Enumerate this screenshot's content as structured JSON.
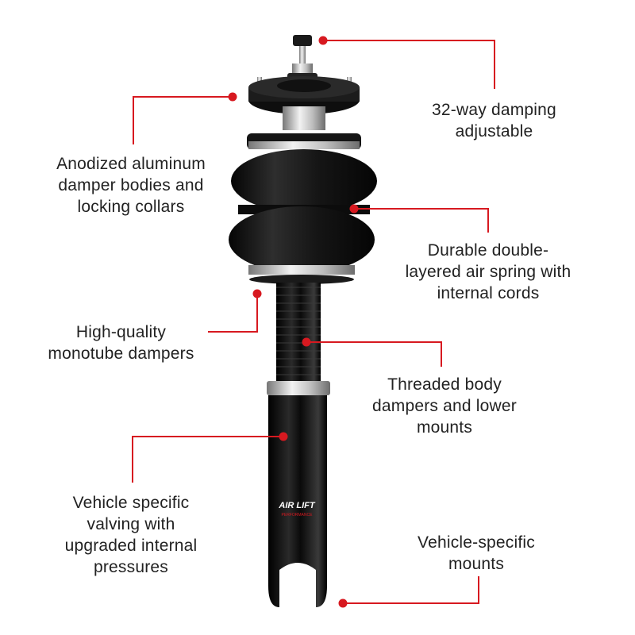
{
  "colors": {
    "accent": "#d71920",
    "text": "#222222",
    "background": "#ffffff",
    "body_black": "#0d0d0d",
    "metal": "#c8c8c8"
  },
  "product": {
    "brand_mark_text": "AIR LIFT",
    "brand_mark_subtext": "PERFORMANCE"
  },
  "callouts": [
    {
      "id": "damping",
      "text": "32-way damping\nadjustable"
    },
    {
      "id": "aluminum",
      "text": "Anodized aluminum\ndamper bodies and\nlocking collars"
    },
    {
      "id": "air-spring",
      "text": "Durable double-\nlayered air spring with\ninternal cords"
    },
    {
      "id": "monotube",
      "text": "High-quality\nmonotube dampers"
    },
    {
      "id": "threaded",
      "text": "Threaded body\ndampers and lower\nmounts"
    },
    {
      "id": "valving",
      "text": "Vehicle specific\nvalving with\nupgraded internal\npressures"
    },
    {
      "id": "mounts",
      "text": "Vehicle-specific\nmounts"
    }
  ]
}
